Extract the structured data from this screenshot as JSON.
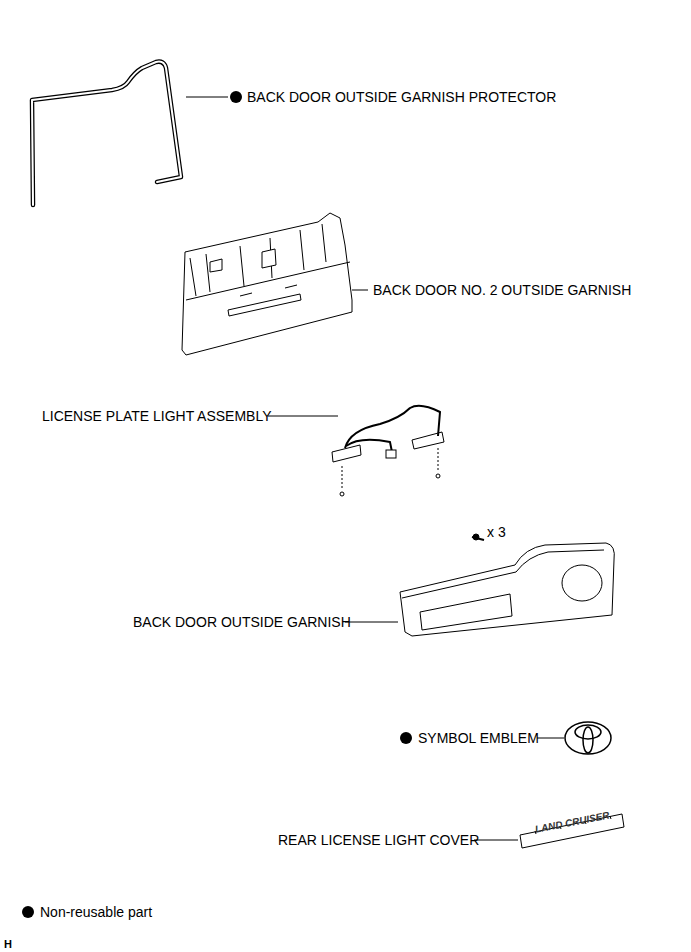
{
  "diagram": {
    "labels": [
      "BACK DOOR OUTSIDE GARNISH PROTECTOR",
      "BACK DOOR NO. 2 OUTSIDE GARNISH",
      "LICENSE PLATE LIGHT ASSEMBLY",
      "x 3",
      "BACK DOOR OUTSIDE GARNISH",
      "SYMBOL EMBLEM",
      "REAR LICENSE LIGHT COVER",
      "LAND CRUISER",
      "H"
    ],
    "legend": [
      {
        "text": "Non-reusable part",
        "color": "#000000"
      }
    ]
  }
}
